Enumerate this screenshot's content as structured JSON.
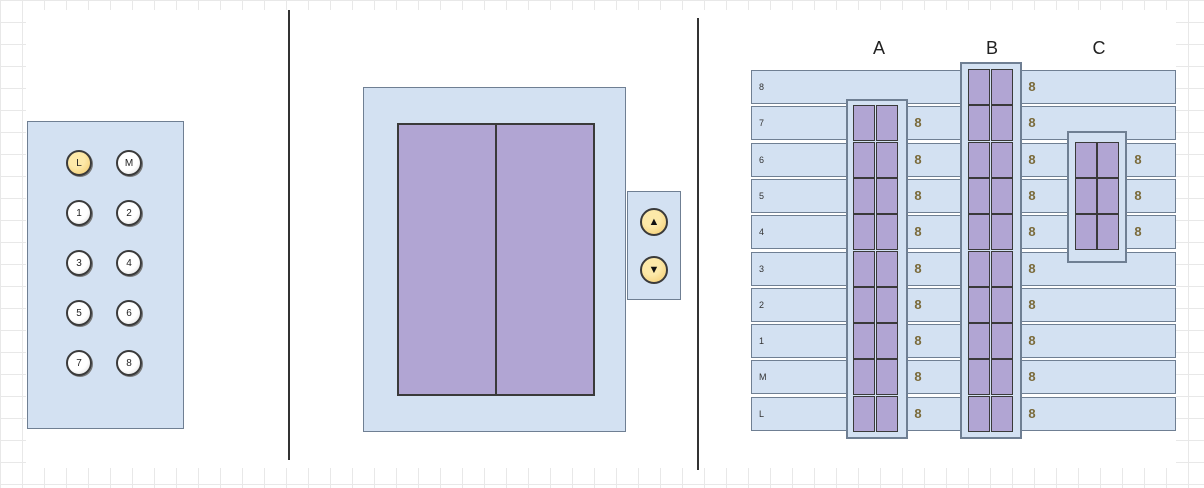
{
  "button_panel": {
    "buttons": [
      {
        "label": "L",
        "lit": true
      },
      {
        "label": "M",
        "lit": false
      },
      {
        "label": "1",
        "lit": false
      },
      {
        "label": "2",
        "lit": false
      },
      {
        "label": "3",
        "lit": false
      },
      {
        "label": "4",
        "lit": false
      },
      {
        "label": "5",
        "lit": false
      },
      {
        "label": "6",
        "lit": false
      },
      {
        "label": "7",
        "lit": false
      },
      {
        "label": "8",
        "lit": false
      }
    ]
  },
  "call_panel": {
    "up_symbol": "▲",
    "down_symbol": "▼"
  },
  "shafts": {
    "labels": [
      "A",
      "B",
      "C"
    ],
    "floors": [
      "8",
      "7",
      "6",
      "5",
      "4",
      "3",
      "2",
      "1",
      "M",
      "L"
    ],
    "indicator_glyph": "8",
    "indicator_color": "#7a6a3a"
  },
  "colors": {
    "panel": "#d3e1f2",
    "door": "#b1a5d3",
    "lit_button": "#f2c96a"
  }
}
